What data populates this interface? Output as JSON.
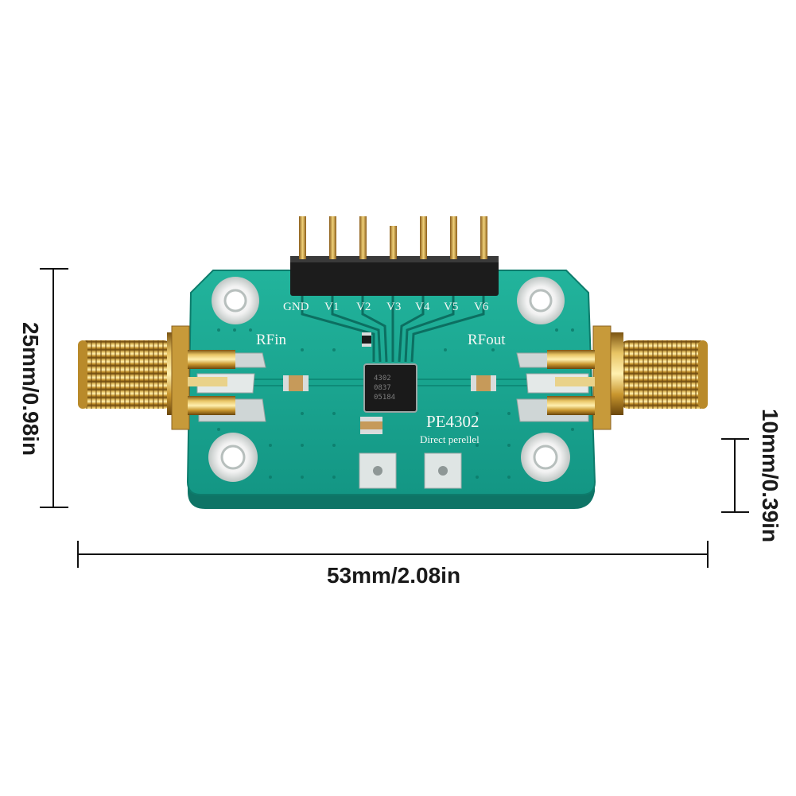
{
  "dimensions": {
    "width": "53mm/2.08in",
    "height": "25mm/0.98in",
    "thickness": "10mm/0.39in"
  },
  "board": {
    "chip_name": "PE4302",
    "subtitle": "Direct perellel",
    "rf_in_label": "RFin",
    "rf_out_label": "RFout",
    "pin_labels": [
      "GND",
      "V1",
      "V2",
      "V3",
      "V4",
      "V5",
      "V6"
    ],
    "chip_marking": [
      "4302",
      "0837",
      "05184"
    ]
  },
  "colors": {
    "pcb": "#1aa58f",
    "gold": "#c9962e",
    "header": "#1c1c1c"
  }
}
